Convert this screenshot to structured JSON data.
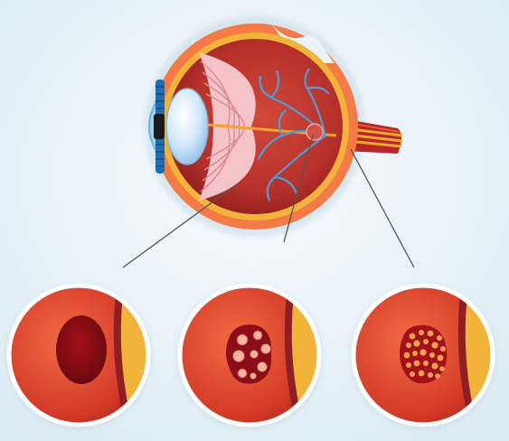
{
  "diagram": {
    "subject": "eye-cross-section-with-retinal-lesion-stages",
    "colors": {
      "background": "#eaf3f9",
      "sclera": "#f47b46",
      "choroid": "#c4312b",
      "retina_band": "#f2b33a",
      "vitreous": "#c03a30",
      "lens": "#cfe7f8",
      "iris": "#1c6fb5",
      "ciliary_fibers": "#f3c3c8",
      "vessels": "#4a9fd8",
      "optic_nerve": "#f0a830",
      "lesion_dark": "#7a0b12",
      "lesion_light": "#f7b59c",
      "drusen": "#f5a24b",
      "pointer_line": "#555555"
    },
    "stages": [
      {
        "id": "stage-1",
        "pattern": "dark-solid-lesion"
      },
      {
        "id": "stage-2",
        "pattern": "lesion-with-large-pale-spots"
      },
      {
        "id": "stage-3",
        "pattern": "lesion-with-many-small-yellow-dots"
      }
    ]
  }
}
